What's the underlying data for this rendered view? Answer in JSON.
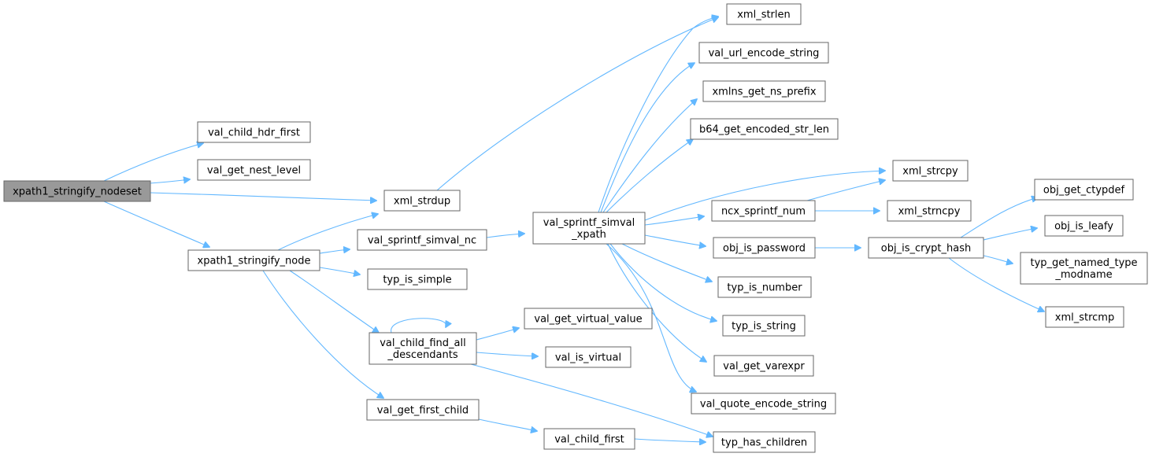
{
  "graph": {
    "root": "xpath1_stringify_nodeset",
    "colors": {
      "edge": "#63b8ff",
      "node_border": "#666666",
      "node_fill": "#ffffff",
      "root_fill": "#999999",
      "text": "#000000"
    },
    "nodes": [
      {
        "id": "n0",
        "lines": [
          "xpath1_stringify_nodeset"
        ]
      },
      {
        "id": "n1",
        "lines": [
          "val_child_hdr_first"
        ]
      },
      {
        "id": "n2",
        "lines": [
          "val_get_nest_level"
        ]
      },
      {
        "id": "n3",
        "lines": [
          "xml_strdup"
        ]
      },
      {
        "id": "n4",
        "lines": [
          "xpath1_stringify_node"
        ]
      },
      {
        "id": "n5",
        "lines": [
          "val_sprintf_simval_nc"
        ]
      },
      {
        "id": "n6",
        "lines": [
          "typ_is_simple"
        ]
      },
      {
        "id": "n7",
        "lines": [
          "val_child_find_all",
          "_descendants"
        ]
      },
      {
        "id": "n8",
        "lines": [
          "val_get_first_child"
        ]
      },
      {
        "id": "n9",
        "lines": [
          "val_get_virtual_value"
        ]
      },
      {
        "id": "n10",
        "lines": [
          "val_is_virtual"
        ]
      },
      {
        "id": "n11",
        "lines": [
          "val_child_first"
        ]
      },
      {
        "id": "n12",
        "lines": [
          "val_sprintf_simval",
          "_xpath"
        ]
      },
      {
        "id": "n13",
        "lines": [
          "xml_strlen"
        ]
      },
      {
        "id": "n14",
        "lines": [
          "val_url_encode_string"
        ]
      },
      {
        "id": "n15",
        "lines": [
          "xmlns_get_ns_prefix"
        ]
      },
      {
        "id": "n16",
        "lines": [
          "b64_get_encoded_str_len"
        ]
      },
      {
        "id": "n17",
        "lines": [
          "xml_strcpy"
        ]
      },
      {
        "id": "n18",
        "lines": [
          "ncx_sprintf_num"
        ]
      },
      {
        "id": "n19",
        "lines": [
          "xml_strncpy"
        ]
      },
      {
        "id": "n20",
        "lines": [
          "obj_is_password"
        ]
      },
      {
        "id": "n21",
        "lines": [
          "typ_is_number"
        ]
      },
      {
        "id": "n22",
        "lines": [
          "typ_is_string"
        ]
      },
      {
        "id": "n23",
        "lines": [
          "val_get_varexpr"
        ]
      },
      {
        "id": "n24",
        "lines": [
          "val_quote_encode_string"
        ]
      },
      {
        "id": "n25",
        "lines": [
          "typ_has_children"
        ]
      },
      {
        "id": "n26",
        "lines": [
          "obj_is_crypt_hash"
        ]
      },
      {
        "id": "n27",
        "lines": [
          "obj_get_ctypdef"
        ]
      },
      {
        "id": "n28",
        "lines": [
          "obj_is_leafy"
        ]
      },
      {
        "id": "n29",
        "lines": [
          "typ_get_named_type",
          "_modname"
        ]
      },
      {
        "id": "n30",
        "lines": [
          "xml_strcmp"
        ]
      }
    ],
    "edges": [
      {
        "from": "n0",
        "to": "n1"
      },
      {
        "from": "n0",
        "to": "n2"
      },
      {
        "from": "n0",
        "to": "n3"
      },
      {
        "from": "n0",
        "to": "n4"
      },
      {
        "from": "n3",
        "to": "n13"
      },
      {
        "from": "n4",
        "to": "n3"
      },
      {
        "from": "n4",
        "to": "n5"
      },
      {
        "from": "n4",
        "to": "n6"
      },
      {
        "from": "n4",
        "to": "n7"
      },
      {
        "from": "n4",
        "to": "n8"
      },
      {
        "from": "n5",
        "to": "n12"
      },
      {
        "from": "n7",
        "to": "n7"
      },
      {
        "from": "n7",
        "to": "n9"
      },
      {
        "from": "n7",
        "to": "n10"
      },
      {
        "from": "n7",
        "to": "n25"
      },
      {
        "from": "n8",
        "to": "n11"
      },
      {
        "from": "n11",
        "to": "n25"
      },
      {
        "from": "n12",
        "to": "n13"
      },
      {
        "from": "n12",
        "to": "n14"
      },
      {
        "from": "n12",
        "to": "n15"
      },
      {
        "from": "n12",
        "to": "n16"
      },
      {
        "from": "n12",
        "to": "n17"
      },
      {
        "from": "n12",
        "to": "n18"
      },
      {
        "from": "n12",
        "to": "n20"
      },
      {
        "from": "n12",
        "to": "n21"
      },
      {
        "from": "n12",
        "to": "n22"
      },
      {
        "from": "n12",
        "to": "n23"
      },
      {
        "from": "n12",
        "to": "n24"
      },
      {
        "from": "n18",
        "to": "n17"
      },
      {
        "from": "n18",
        "to": "n19"
      },
      {
        "from": "n20",
        "to": "n26"
      },
      {
        "from": "n26",
        "to": "n27"
      },
      {
        "from": "n26",
        "to": "n28"
      },
      {
        "from": "n26",
        "to": "n29"
      },
      {
        "from": "n26",
        "to": "n30"
      }
    ]
  }
}
